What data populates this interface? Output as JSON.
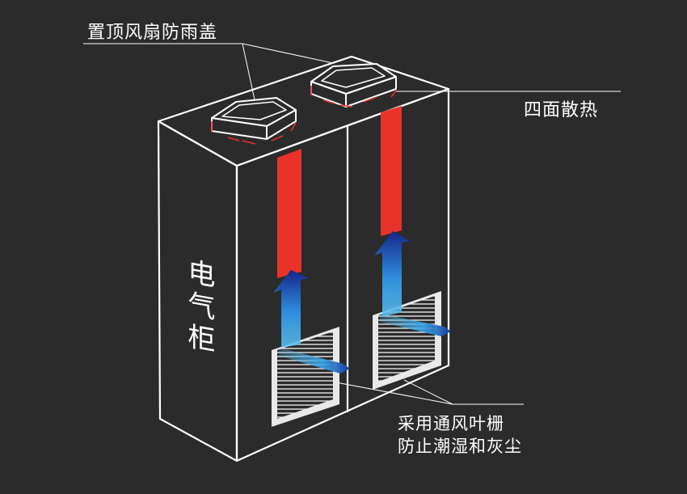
{
  "labels": {
    "top_fan_cover": "置顶风扇防雨盖",
    "four_side_dissipation": "四面散热",
    "louver_line1": "采用通风叶栅",
    "louver_line2": "防止潮湿和灰尘",
    "cabinet": "电气柜"
  },
  "colors": {
    "background": "#2b2b2b",
    "outline": "#ffffff",
    "hot_air": "#e8322a",
    "cool_air_dark": "#1a2f8a",
    "cool_air_light": "#3aa7e8",
    "fan_arrow": "#e8322a"
  }
}
